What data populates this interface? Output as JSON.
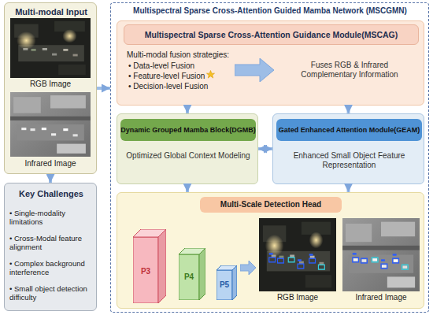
{
  "diagram": {
    "nodes": [
      {
        "text": [
          "Multi-modal Input"
        ]
      },
      {
        "text": [
          "Key Challenges",
          "• Single-modality limitations",
          "• Cross-Modal feature alignment",
          "• Complex background interference",
          "• Small object detection difficulty"
        ]
      },
      {
        "text": [
          "Multispectral Sparse Cross-Attention Guided Mamba Network (MSCGMN)"
        ]
      },
      {
        "text": [
          "Multispectral Sparse Cross-Attention Guidance Module(MSCAG)",
          "Multi-modal fusion strategies:",
          "• Data-level Fusion",
          "• Feature-level Fusion",
          "• Decision-level Fusion",
          "Fuses RGB & Infrared Complementary Information"
        ],
        "in": 2
      },
      {
        "text": [
          "Dynamic Grouped Mamba Block(DGMB)",
          "Optimized Global Context Modeling"
        ],
        "in": 2
      },
      {
        "text": [
          "Gated Enhanced Attention Module(GEAM)",
          "Enhanced Small Object Feature Representation"
        ],
        "in": 2
      },
      {
        "text": [
          "Multi-Scale Detection Head"
        ],
        "in": 2
      },
      {
        "text": [
          "P3"
        ],
        "in": 6
      },
      {
        "text": [
          "P4"
        ],
        "in": 6
      },
      {
        "text": [
          "P5"
        ],
        "in": 6
      }
    ],
    "edges": [
      {
        "from": 0,
        "to": 1,
        "arrow": "to"
      },
      {
        "from": 0,
        "to": 2,
        "arrow": "to"
      },
      {
        "from": 3,
        "to": 4,
        "arrow": "to"
      },
      {
        "from": 3,
        "to": 5,
        "arrow": "to"
      },
      {
        "from": 4,
        "to": 5,
        "arrow": "both"
      },
      {
        "from": 4,
        "to": 6,
        "arrow": "to"
      },
      {
        "from": 5,
        "to": 6,
        "arrow": "to"
      }
    ],
    "labels": [
      "RGB Image",
      "Infrared Image",
      "RGB Image",
      "Infrared Image"
    ]
  }
}
